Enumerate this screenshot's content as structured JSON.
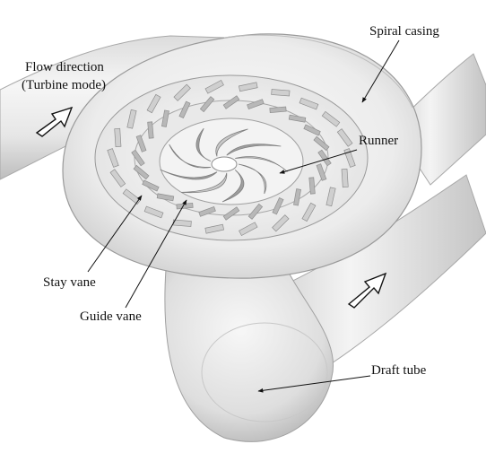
{
  "labels": {
    "spiral_casing": "Spiral casing",
    "flow_direction": "Flow direction",
    "turbine_mode": "(Turbine mode)",
    "runner": "Runner",
    "stay_vane": "Stay vane",
    "guide_vane": "Guide vane",
    "draft_tube": "Draft tube"
  },
  "colors": {
    "background": "#ffffff",
    "surface_light": "#f2f2f2",
    "surface_mid": "#d6d6d6",
    "surface_dark": "#a8a8a8",
    "outline": "#9a9a9a",
    "text": "#111111"
  }
}
